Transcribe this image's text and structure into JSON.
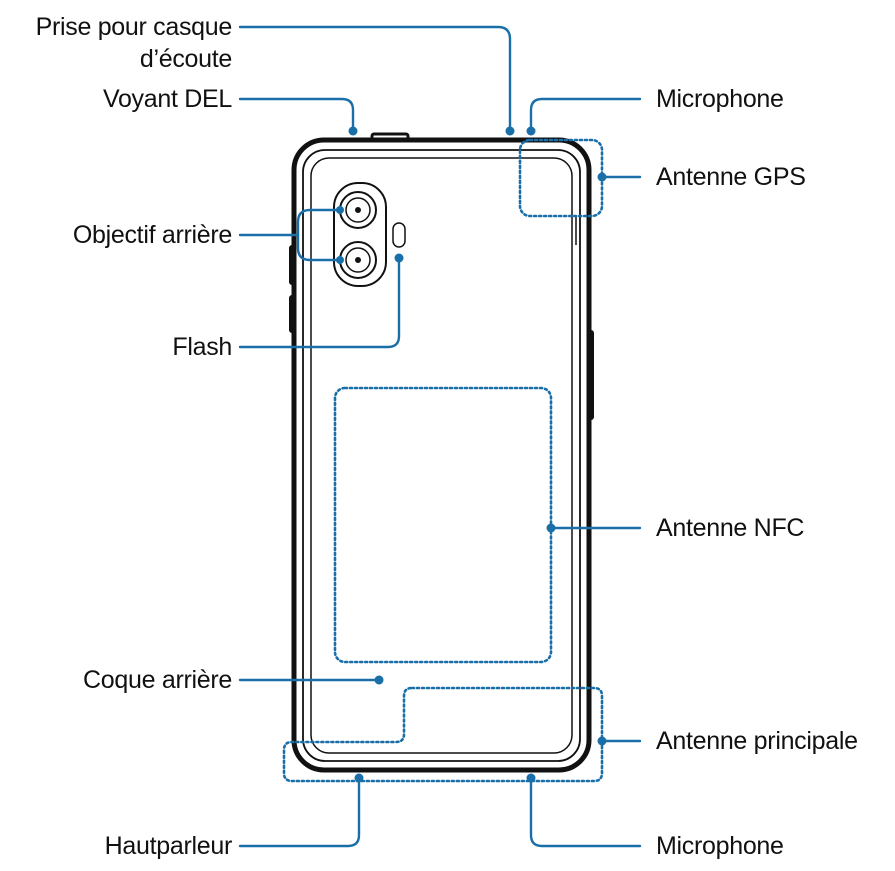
{
  "labels": {
    "headphone_jack_line1": "Prise pour casque",
    "headphone_jack_line2": "d’écoute",
    "led_indicator": "Voyant DEL",
    "rear_camera": "Objectif arrière",
    "flash": "Flash",
    "back_cover": "Coque arrière",
    "speaker": "Hautparleur",
    "microphone_top": "Microphone",
    "gps_antenna": "Antenne GPS",
    "nfc_antenna": "Antenne NFC",
    "main_antenna": "Antenne principale",
    "microphone_bottom": "Microphone"
  },
  "colors": {
    "callout": "#1a6fa8",
    "phone_outline": "#111111",
    "zone_dotted": "#1a6fa8"
  }
}
